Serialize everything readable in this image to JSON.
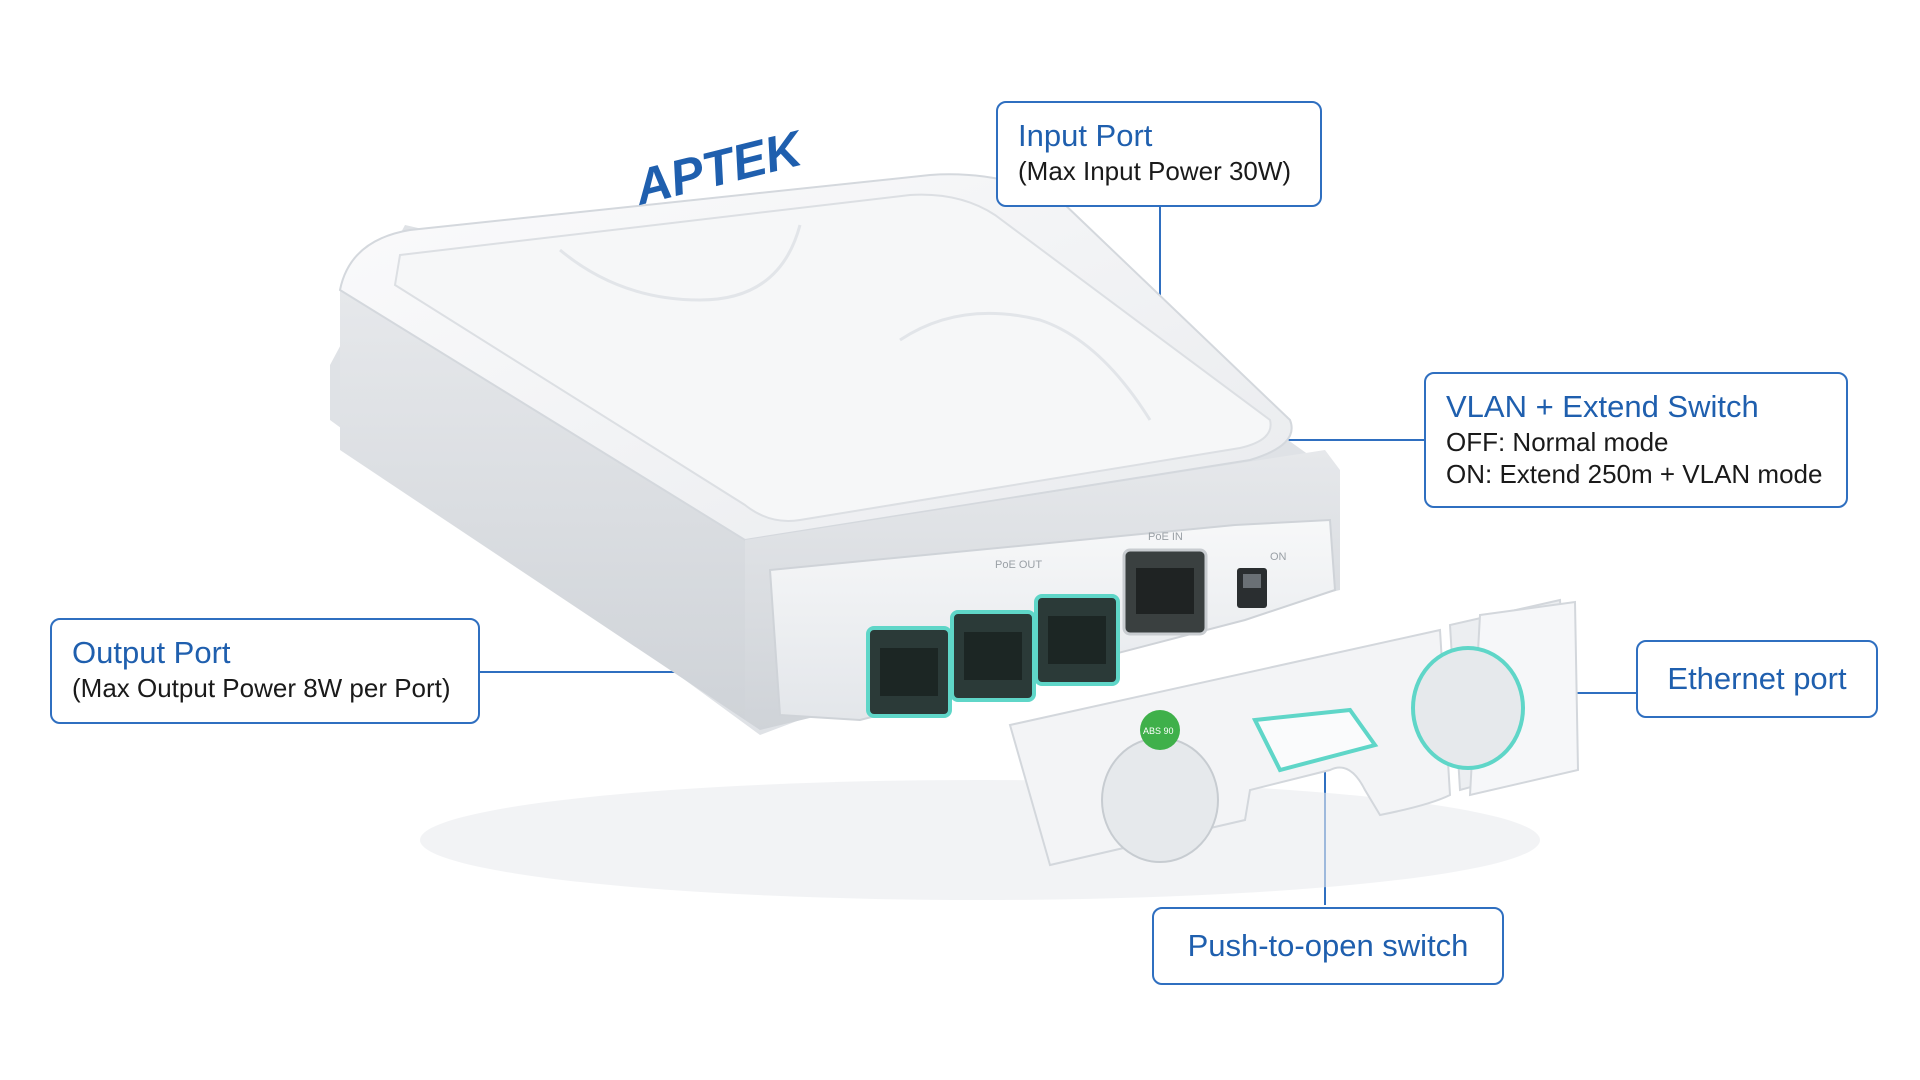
{
  "brand": {
    "logo_text": "APTEK",
    "color": "#1f5fae"
  },
  "device_labels": {
    "poe_out": "PoE OUT",
    "poe_in": "PoE IN",
    "switch_label": "ON",
    "cap_text": "ABS 90"
  },
  "colors": {
    "accent": "#2f6fc0",
    "highlight": "#5fd6c8",
    "device_body": "#f2f3f5"
  },
  "callouts": {
    "input_port": {
      "title": "Input Port",
      "sub": "(Max Input Power 30W)"
    },
    "vlan_switch": {
      "title": "VLAN + Extend Switch",
      "line1": "OFF: Normal mode",
      "line2": "ON: Extend 250m + VLAN mode"
    },
    "output_port": {
      "title": "Output Port",
      "sub": "(Max Output Power 8W per Port)"
    },
    "ethernet_port": {
      "title": "Ethernet port"
    },
    "push_switch": {
      "title": "Push-to-open switch"
    }
  }
}
